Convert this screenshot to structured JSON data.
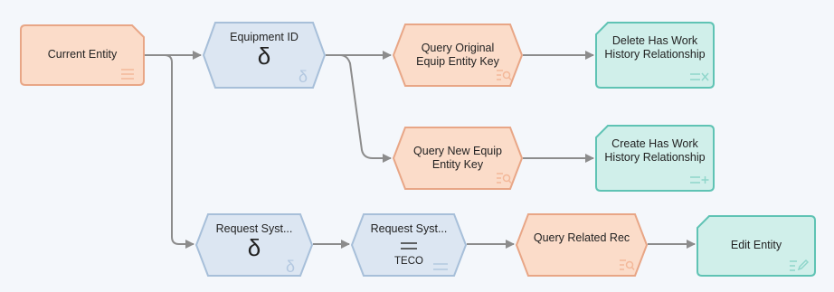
{
  "canvas": {
    "background": "#f4f7fb"
  },
  "colors": {
    "orange_fill": "#fbdcc9",
    "orange_stroke": "#e8a686",
    "blue_fill": "#dce6f2",
    "blue_stroke": "#a7bfd9",
    "teal_fill": "#d0efea",
    "teal_stroke": "#5fc3b4",
    "connector": "#8c8c8c"
  },
  "nodes": {
    "current_entity": {
      "label": "Current Entity",
      "icon": "list-icon"
    },
    "equipment_id": {
      "label": "Equipment ID",
      "symbol": "δ",
      "icon": "delta-icon"
    },
    "query_original": {
      "label": "Query Original Equip Entity Key",
      "icon": "query-icon"
    },
    "delete_has_work": {
      "label": "Delete Has Work History Relationship",
      "icon": "delete-relationship-icon"
    },
    "query_new": {
      "label": "Query New Equip Entity Key",
      "icon": "query-icon"
    },
    "create_has_work": {
      "label": "Create Has Work History Relationship",
      "icon": "create-relationship-icon"
    },
    "request_syst_1": {
      "label": "Request Syst...",
      "symbol": "δ",
      "icon": "delta-icon"
    },
    "request_syst_2": {
      "label": "Request Syst...",
      "symbol": "=",
      "value": "TECO",
      "icon": "equals-icon"
    },
    "query_related": {
      "label": "Query Related Rec",
      "icon": "query-icon"
    },
    "edit_entity": {
      "label": "Edit Entity",
      "icon": "edit-entity-icon"
    }
  }
}
